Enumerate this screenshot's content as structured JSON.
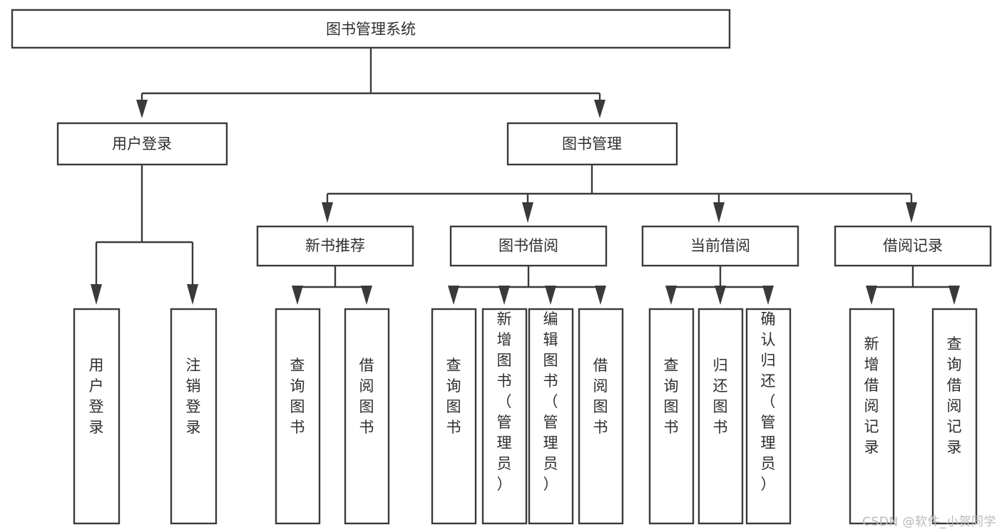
{
  "diagram": {
    "type": "tree-hierarchy",
    "title": "图书管理系统",
    "orientation": "top-down",
    "colors": {
      "background": "#ffffff",
      "box_fill": "#ffffff",
      "box_stroke": "#3a3a3a",
      "text": "#2e2e2e",
      "watermark": "#b9b9b9"
    },
    "root": {
      "label": "图书管理系统"
    },
    "level2": [
      {
        "id": "user-login",
        "label": "用户登录"
      },
      {
        "id": "book-management",
        "label": "图书管理"
      }
    ],
    "level3": [
      {
        "id": "new-book-recommend",
        "label": "新书推荐",
        "parent": "book-management"
      },
      {
        "id": "book-borrow",
        "label": "图书借阅",
        "parent": "book-management"
      },
      {
        "id": "current-borrow",
        "label": "当前借阅",
        "parent": "book-management"
      },
      {
        "id": "borrow-record",
        "label": "借阅记录",
        "parent": "book-management"
      }
    ],
    "leaves": {
      "user-login": [
        {
          "id": "leaf-user-login",
          "label": "用户登录"
        },
        {
          "id": "leaf-user-logout",
          "label": "注销登录"
        }
      ],
      "new-book-recommend": [
        {
          "id": "leaf-query-book-1",
          "label": "查询图书"
        },
        {
          "id": "leaf-borrow-book-1",
          "label": "借阅图书"
        }
      ],
      "book-borrow": [
        {
          "id": "leaf-query-book-2",
          "label": "查询图书"
        },
        {
          "id": "leaf-add-book",
          "label": "新增图书（管理员）"
        },
        {
          "id": "leaf-edit-book",
          "label": "编辑图书（管理员）"
        },
        {
          "id": "leaf-borrow-book-2",
          "label": "借阅图书"
        }
      ],
      "current-borrow": [
        {
          "id": "leaf-query-book-3",
          "label": "查询图书"
        },
        {
          "id": "leaf-return-book",
          "label": "归还图书"
        },
        {
          "id": "leaf-confirm-return",
          "label": "确认归还（管理员）"
        }
      ],
      "borrow-record": [
        {
          "id": "leaf-add-record",
          "label": "新增借阅记录"
        },
        {
          "id": "leaf-query-record",
          "label": "查询借阅记录"
        }
      ]
    }
  },
  "watermark": {
    "text": "CSDN @软件_小贺同学"
  }
}
